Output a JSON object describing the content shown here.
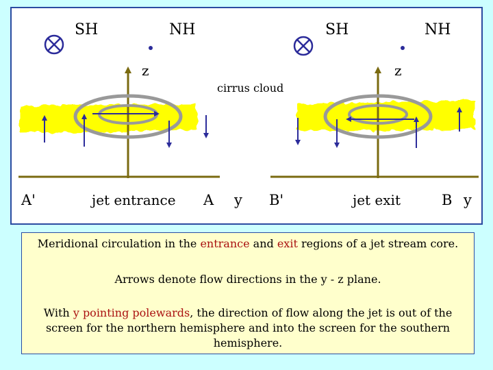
{
  "panels": {
    "left": {
      "hemisphere_labels": {
        "sh": "SH",
        "nh": "NH"
      },
      "z_label": "z",
      "region_label": "jet entrance",
      "left_end_label": "A'",
      "right_end_label": "A"
    },
    "right": {
      "hemisphere_labels": {
        "sh": "SH",
        "nh": "NH"
      },
      "z_label": "z",
      "region_label": "jet exit",
      "left_end_label": "B'",
      "right_end_label": "B"
    }
  },
  "cloud_label": "cirrus  cloud",
  "y_axis_labels": [
    "y",
    "y"
  ],
  "icons": {
    "into_screen": "circle-x-icon",
    "out_of_screen": "circle-dot-icon"
  },
  "colors": {
    "cloud": "#ffff00",
    "axis": "#7a6a10",
    "arrow": "#2b2b9a",
    "ring": "#999999",
    "highlight_text": "#aa1111"
  },
  "caption": {
    "line1": {
      "pre": "Meridional circulation in the ",
      "entrance": "entrance",
      "mid": " and ",
      "exit": "exit",
      "post": " regions of a jet stream core."
    },
    "line2": "Arrows denote flow directions in the y - z plane.",
    "line3": {
      "pre": "With ",
      "y_poleward": "y pointing polewards",
      "post": ", the direction of flow along the jet is out of the screen for the northern hemisphere and into the screen for the southern hemisphere."
    }
  }
}
